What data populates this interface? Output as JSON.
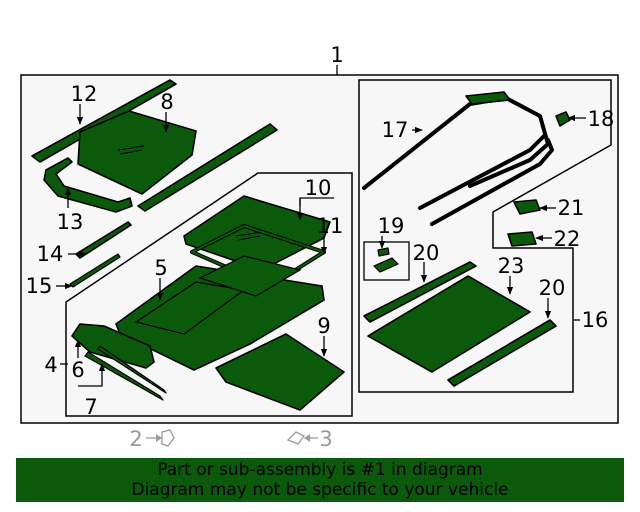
{
  "callouts": {
    "c1": "1",
    "c2": "2",
    "c3": "3",
    "c4": "4",
    "c5": "5",
    "c6": "6",
    "c7": "7",
    "c8": "8",
    "c9": "9",
    "c10": "10",
    "c11": "11",
    "c12": "12",
    "c13": "13",
    "c14": "14",
    "c15": "15",
    "c16": "16",
    "c17": "17",
    "c18": "18",
    "c19": "19",
    "c20a": "20",
    "c20b": "20",
    "c21": "21",
    "c22": "22",
    "c23": "23"
  },
  "colors": {
    "part_fill": "#0b5a0b",
    "footer_fill": "#0b5a0b",
    "outline": "#000000",
    "panel_background": "#f7f7f7"
  },
  "footer": {
    "line1": "Part or sub-assembly is #1 in diagram",
    "line2": "Diagram may not be specific to your vehicle"
  }
}
